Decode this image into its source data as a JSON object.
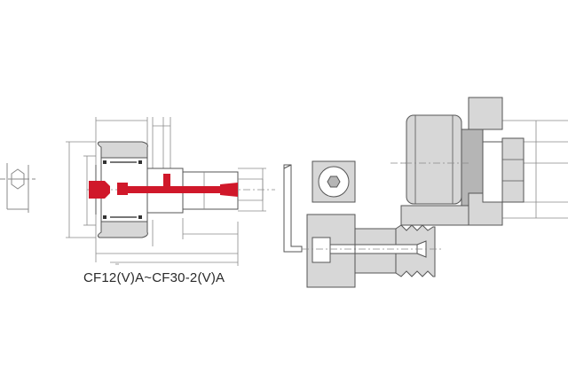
{
  "caption": "CF12(V)A~CF30-2(V)A",
  "colors": {
    "background": "#ffffff",
    "line": "#555555",
    "thin_line": "#8a8a8a",
    "part_fill": "#d7d7d7",
    "part_dark": "#b5b5b5",
    "lubrication_path": "#d0182a"
  },
  "views": [
    {
      "name": "end-view-hex",
      "icon": "hexagon-icon"
    },
    {
      "name": "cam-follower-section",
      "highlight": "lubrication-path"
    },
    {
      "name": "hex-socket-end-view",
      "icon": "hex-socket-icon"
    },
    {
      "name": "allen-key",
      "icon": "l-shaped-wrench-icon"
    },
    {
      "name": "grease-nipple-section"
    },
    {
      "name": "mounting-assembly-view"
    }
  ]
}
